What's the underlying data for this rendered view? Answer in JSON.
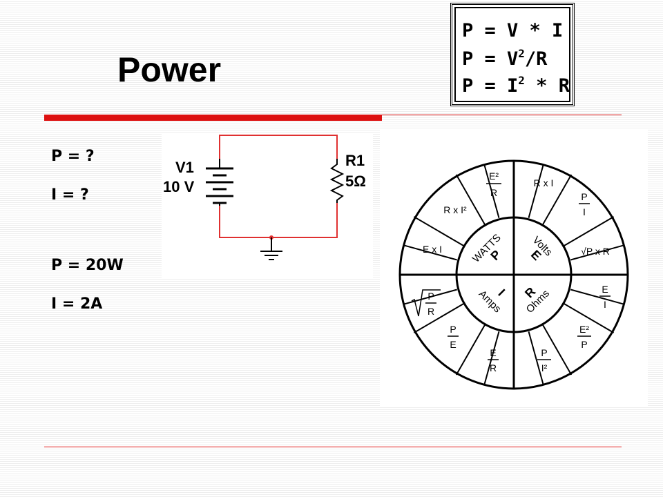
{
  "title": "Power",
  "formulas": {
    "line1": "P = V * I",
    "line2_pre": "P = V",
    "line2_sup": "2",
    "line2_post": "/R",
    "line3_pre": "P = I",
    "line3_sup": "2",
    "line3_post": " * R"
  },
  "equations": {
    "p_unknown": "P = ?",
    "i_unknown": "I = ?",
    "p_answer": "P = 20W",
    "i_answer": "I = 2A"
  },
  "circuit": {
    "source_name": "V1",
    "source_value": "10 V",
    "resistor_name": "R1",
    "resistor_value": "5Ω"
  },
  "wheel": {
    "center": {
      "watts": "WATTS",
      "p": "P",
      "volts": "Volts",
      "e": "E",
      "amps": "Amps",
      "i": "I",
      "ohms": "Ohms",
      "r": "R"
    },
    "segments": {
      "e2_over_r_num": "E²",
      "e2_over_r_den": "R",
      "rxi": "R x I",
      "p_over_i_num": "P",
      "p_over_i_den": "I",
      "sqrt_pxr": "√P x R",
      "e_over_i_num": "E",
      "e_over_i_den": "I",
      "e2_over_p_num": "E²",
      "e2_over_p_den": "P",
      "p_over_i2_num": "P",
      "p_over_i2_den": "I²",
      "e_over_r_num": "E",
      "e_over_r_den": "R",
      "p_over_e_num": "P",
      "p_over_e_den": "E",
      "sqrt_p_over_r_num": "P",
      "sqrt_p_over_r_den": "R",
      "exi": "E x I",
      "rxi2": "R x I²"
    }
  },
  "colors": {
    "accent_red": "#dd1111",
    "wire_red": "#e03030"
  }
}
